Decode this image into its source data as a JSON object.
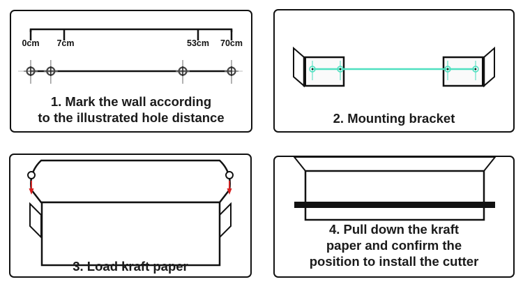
{
  "steps": [
    {
      "number": 1,
      "caption_line1": "1. Mark the wall according",
      "caption_line2": "to the illustrated hole distance",
      "hole_positions_cm": [
        0,
        7,
        53,
        70
      ],
      "hole_labels": [
        "0cm",
        "7cm",
        "53cm",
        "70cm"
      ]
    },
    {
      "number": 2,
      "caption_line1": "2. Mounting bracket",
      "accent_color": "#4fe0c0"
    },
    {
      "number": 3,
      "caption_line1": "3. Load kraft paper",
      "arrow_color": "#d81e1e"
    },
    {
      "number": 4,
      "caption_line1": "4. Pull down the kraft",
      "caption_line2": "paper and confirm the",
      "caption_line3": "position to install the cutter"
    }
  ]
}
